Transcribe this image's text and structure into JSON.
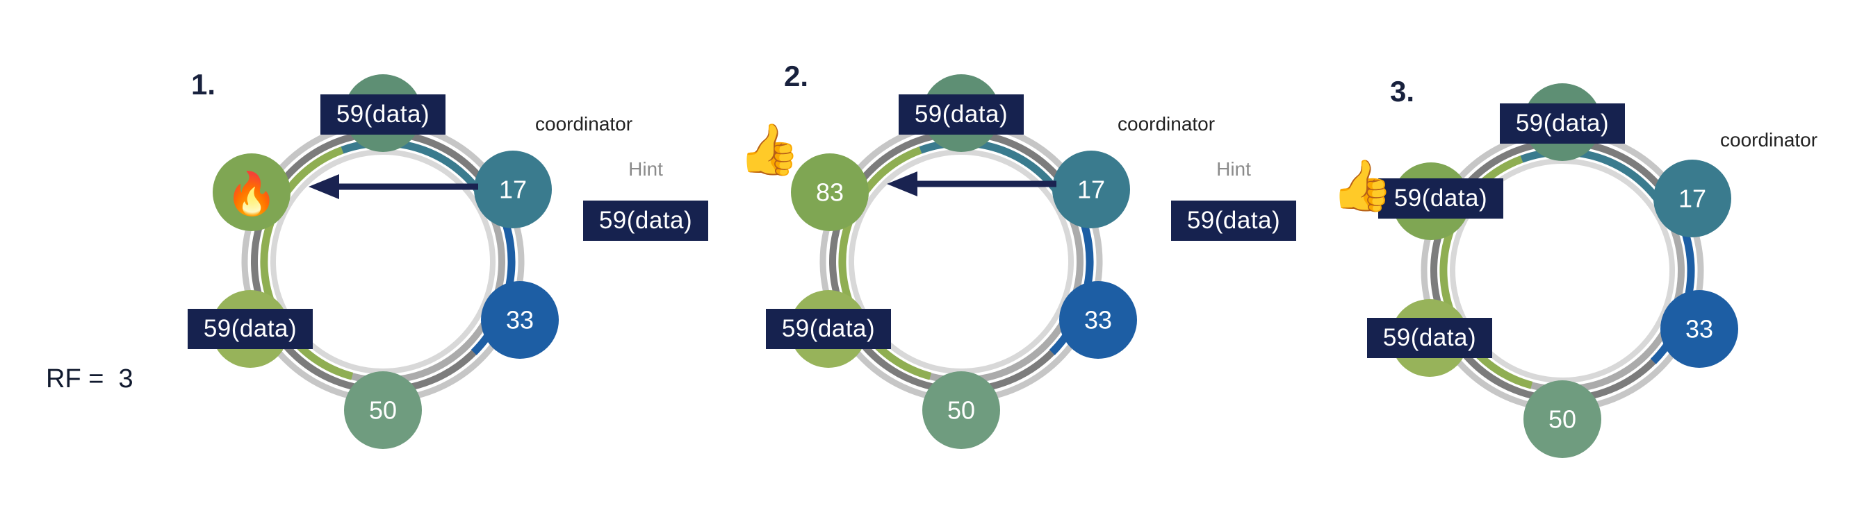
{
  "rf_label": "RF =  3",
  "shared": {
    "coordinator": "coordinator",
    "hint": "Hint",
    "data_box": "59(data)",
    "fire_emoji": "🔥",
    "thumbs_up_emoji": "👍"
  },
  "colors": {
    "navy_box": "#16224f",
    "arrow": "#1a2351",
    "node_teal": "#3a7b8e",
    "node_blue": "#1d5ea4",
    "node_green_top": "#5e8f74",
    "node_green_bottom": "#6f9c7f",
    "node_olive_upper_left": "#7fa653",
    "node_lime_lower_left": "#97b35a",
    "hint_text": "#8b8b8b",
    "ring_gray_outer": "#c6c6c6",
    "ring_gray_dark": "#7c7c7c",
    "ring_gray_mid": "#ababab"
  },
  "steps": [
    {
      "number": "1.",
      "coordinator_value": "17",
      "node_33": "33",
      "node_50": "50",
      "upper_left_value": ""
    },
    {
      "number": "2.",
      "coordinator_value": "17",
      "node_33": "33",
      "node_50": "50",
      "upper_left_value": "83"
    },
    {
      "number": "3.",
      "coordinator_value": "17",
      "node_33": "33",
      "node_50": "50",
      "upper_left_value": ""
    }
  ]
}
